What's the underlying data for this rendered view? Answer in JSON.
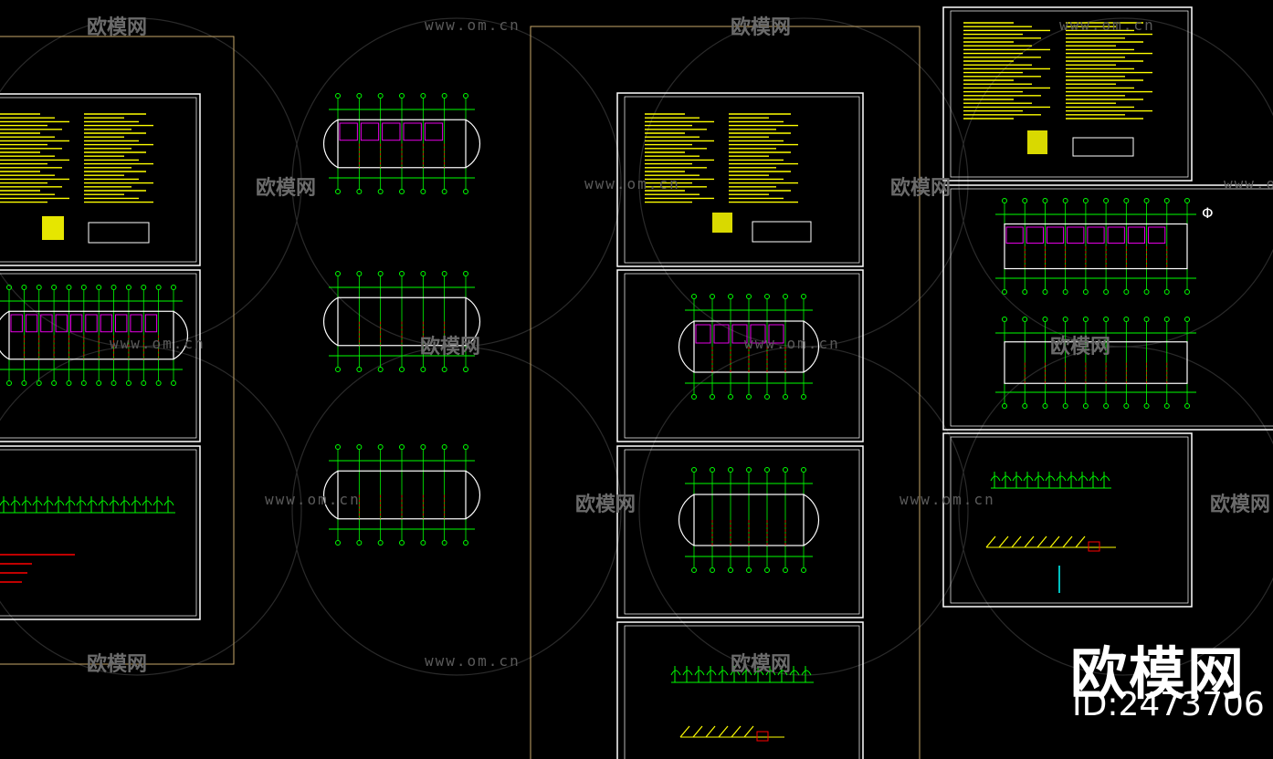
{
  "watermark": {
    "brand": "欧模网",
    "url": "www.om.cn",
    "id_label": "ID:2473706"
  },
  "colors": {
    "background": "#000000",
    "frame_outer": "#c8a86a",
    "frame_inner": "#ffffff",
    "structure": "#00ff00",
    "notes_text": "#ffff00",
    "walls": "#ff0000",
    "fixtures": "#ff00ff",
    "pipes": "#00ffff",
    "watermark": "#6b6b6b"
  },
  "drawing": {
    "sheet_types": [
      "design-notes",
      "floor-plan",
      "pipe-system",
      "small-plan"
    ],
    "north_marker": "Φ"
  }
}
